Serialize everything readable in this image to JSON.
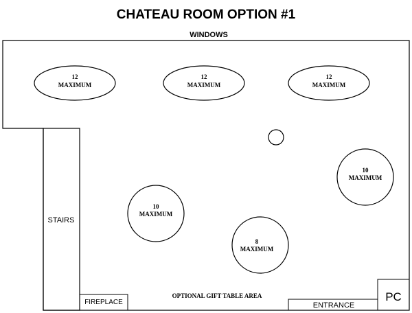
{
  "title": "CHATEAU ROOM OPTION #1",
  "labels": {
    "windows": "WINDOWS",
    "stairs": "STAIRS",
    "fireplace": "FIREPLACE",
    "entrance": "ENTRANCE",
    "pc": "PC",
    "gift_area": "OPTIONAL GIFT TABLE AREA"
  },
  "tables": [
    {
      "number": "12",
      "capacity": "MAXIMUM"
    },
    {
      "number": "12",
      "capacity": "MAXIMUM"
    },
    {
      "number": "12",
      "capacity": "MAXIMUM"
    },
    {
      "number": "10",
      "capacity": "MAXIMUM"
    },
    {
      "number": "10",
      "capacity": "MAXIMUM"
    },
    {
      "number": "8",
      "capacity": "MAXIMUM"
    }
  ]
}
